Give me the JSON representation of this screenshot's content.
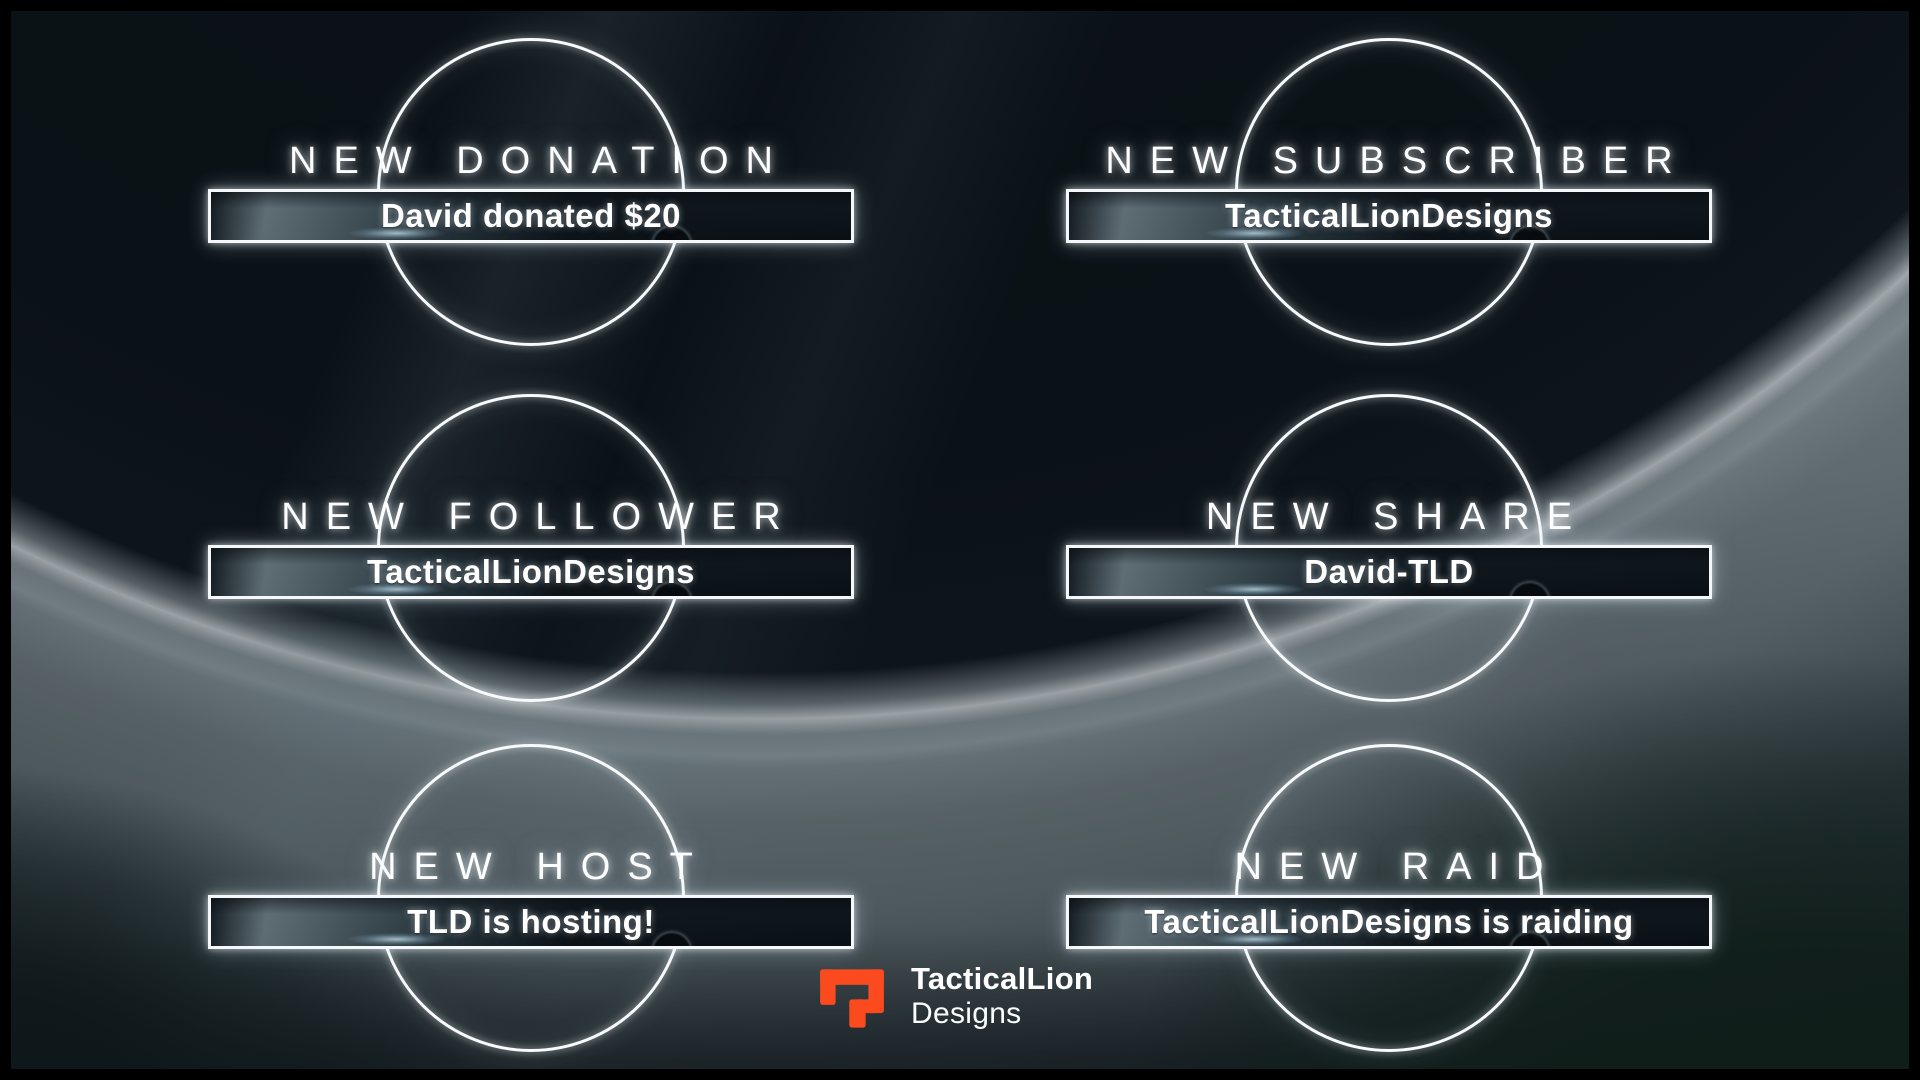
{
  "alerts": [
    {
      "title": "NEW DONATION",
      "message": "David donated $20"
    },
    {
      "title": "NEW SUBSCRIBER",
      "message": "TacticalLionDesigns"
    },
    {
      "title": "NEW FOLLOWER",
      "message": "TacticalLionDesigns"
    },
    {
      "title": "NEW SHARE",
      "message": "David-TLD"
    },
    {
      "title": "NEW HOST",
      "message": "TLD is hosting!"
    },
    {
      "title": "NEW RAID",
      "message": "TacticalLionDesigns is raiding"
    }
  ],
  "brand": {
    "name_primary": "TacticalLion",
    "name_secondary": "Designs",
    "logo_icon": "tacticallion-t-icon",
    "accent_color": "#FA4A1E"
  },
  "theme": {
    "ring_color": "#FFFFFF",
    "banner_border_color": "#F4F8FA",
    "text_color": "#FFFFFF",
    "background_base": "#0B1116",
    "planet_lit_color": "#8D989D",
    "bottom_right_tint": "#10201C"
  }
}
